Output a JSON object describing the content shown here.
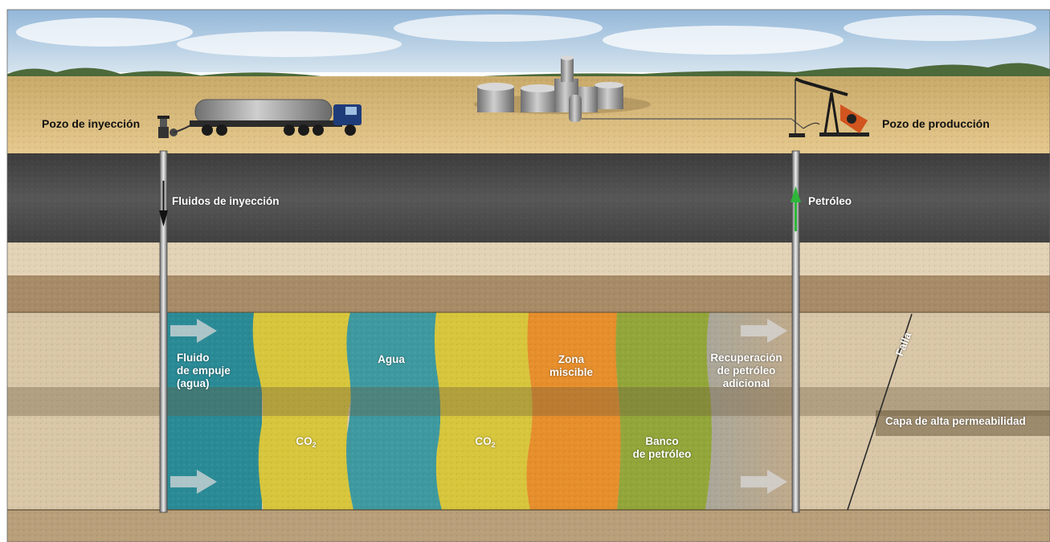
{
  "surface": {
    "injection_well": "Pozo de inyección",
    "production_well": "Pozo de producción"
  },
  "flows": {
    "injection_fluids": "Fluidos de inyección",
    "oil": "Petróleo"
  },
  "zones": {
    "drive_fluid": [
      "Fluido",
      "de empuje",
      "(agua)"
    ],
    "water": "Agua",
    "miscible": [
      "Zona",
      "miscible"
    ],
    "recovery": [
      "Recuperación",
      "de petróleo",
      "adicional"
    ],
    "co2_a": "CO",
    "co2_a_sub": "2",
    "co2_b": "CO",
    "co2_b_sub": "2",
    "oil_bank": [
      "Banco",
      "de petróleo"
    ]
  },
  "geology": {
    "fault": "Falla",
    "high_perm_layer": "Capa de alta permeabilidad"
  },
  "colors": {
    "drive_fluid": "#2a8b96",
    "co2": "#d8c63c",
    "water": "#3e9aa0",
    "miscible": "#e78f2c",
    "oil_bank": "#93a63a",
    "recovery": "#b3a68d",
    "rock": "#d9c7a8",
    "shale": "#4a4a4a"
  }
}
